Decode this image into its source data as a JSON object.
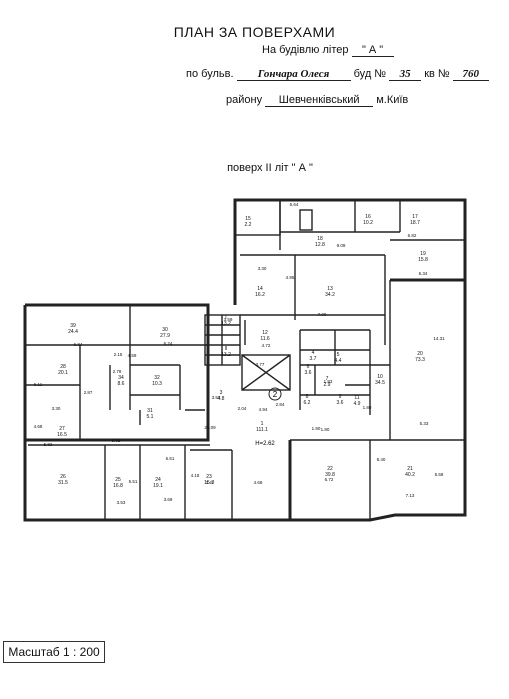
{
  "header": {
    "title": "ПЛАН ЗА ПОВЕРХАМИ",
    "building_prefix": "На будівлю літер",
    "building_letter": "\" А \"",
    "street_prefix": "по бульв.",
    "street_name": "Гончара Олеся",
    "house_prefix": "буд №",
    "house_no": "35",
    "flat_prefix": "кв №",
    "flat_no": "760",
    "district_prefix": "району",
    "district": "Шевченківський",
    "city": "м.Київ"
  },
  "floor_label": "поверх ІІ літ \" А \"",
  "scale": "Масштаб 1 : 200",
  "plan": {
    "circle_label": "2",
    "height_label": "Н=2.62",
    "rooms": [
      {
        "no": "39",
        "area": "24.4"
      },
      {
        "no": "30",
        "area": "27.9"
      },
      {
        "no": "28",
        "area": "20.1"
      },
      {
        "no": "27",
        "area": "16.5"
      },
      {
        "no": "26",
        "area": "31.5"
      },
      {
        "no": "25",
        "area": "16.8"
      },
      {
        "no": "24",
        "area": "19.1"
      },
      {
        "no": "23",
        "area": "15.7"
      },
      {
        "no": "22",
        "area": "39.8"
      },
      {
        "no": "21",
        "area": "40.2"
      },
      {
        "no": "20",
        "area": "73.3"
      },
      {
        "no": "19",
        "area": "15.8"
      },
      {
        "no": "17",
        "area": "18.7"
      },
      {
        "no": "16",
        "area": "10.2"
      },
      {
        "no": "15",
        "area": "2.2"
      },
      {
        "no": "14",
        "area": "16.2"
      },
      {
        "no": "13",
        "area": "34.2"
      },
      {
        "no": "12",
        "area": "11.6"
      },
      {
        "no": "I",
        "area": "13.2"
      },
      {
        "no": "II",
        "area": "13.2"
      },
      {
        "no": "10",
        "area": "34.5"
      },
      {
        "no": "11",
        "area": "4.9"
      },
      {
        "no": "9",
        "area": "3.6"
      },
      {
        "no": "8",
        "area": "6.2"
      },
      {
        "no": "7",
        "area": "2.9"
      },
      {
        "no": "6",
        "area": "3.6"
      },
      {
        "no": "5",
        "area": "4.4"
      },
      {
        "no": "4",
        "area": "3.7"
      },
      {
        "no": "3",
        "area": "4.8"
      },
      {
        "no": "32",
        "area": "10.3"
      },
      {
        "no": "34",
        "area": "8.6"
      },
      {
        "no": "31",
        "area": "5.1"
      },
      {
        "no": "1",
        "area": "111.1"
      },
      {
        "no": "18",
        "area": "12.8"
      }
    ],
    "dims": [
      "5.64",
      "6.34",
      "2.15",
      "6.24",
      "6.11",
      "2.87",
      "4.59",
      "3.30",
      "4.68",
      "9.82",
      "5.82",
      "3.53",
      "3.69",
      "6.51",
      "5.51",
      "3.42",
      "4.68",
      "21.09",
      "4.94",
      "2.04",
      "3.53",
      "2.78",
      "4.72",
      "7.00",
      "4.95",
      "3.30",
      "9.09",
      "6.82",
      "5.34",
      "14.31",
      "5.33",
      "1.80",
      "1.83",
      "2.84",
      "1.90",
      "6.72",
      "8.40",
      "7.13",
      "5.58",
      "1.80",
      "4.18",
      "3.59",
      "3.77"
    ]
  }
}
